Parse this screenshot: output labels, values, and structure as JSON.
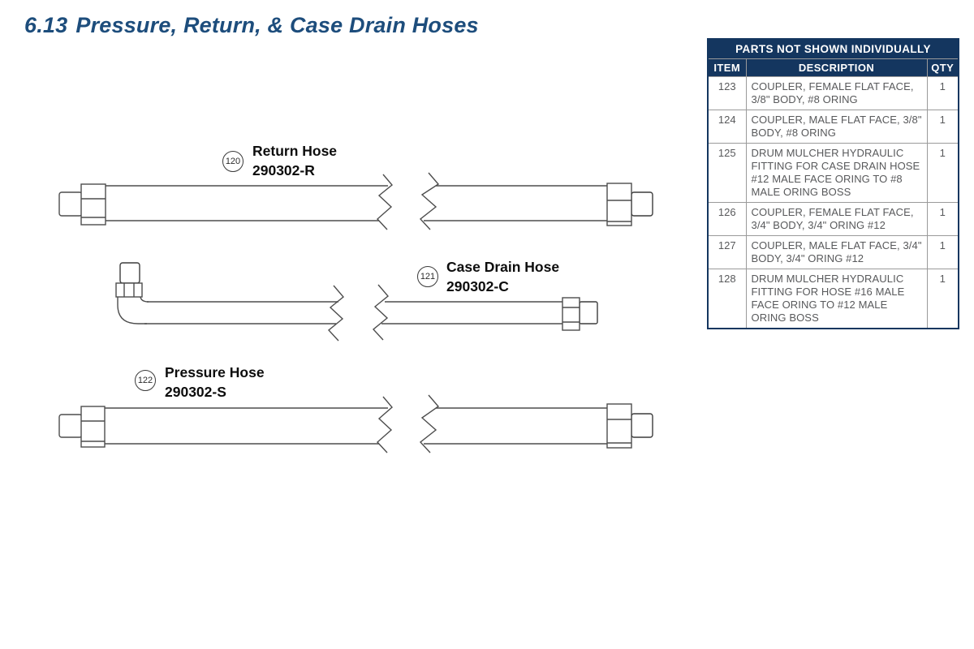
{
  "page": {
    "title_section": "6.13",
    "title_text": "Pressure, Return, & Case Drain Hoses",
    "title_color": "#1d4d7c"
  },
  "diagram": {
    "hoses": [
      {
        "callout": "120",
        "name": "Return Hose",
        "part_number": "290302-R"
      },
      {
        "callout": "121",
        "name": "Case Drain Hose",
        "part_number": "290302-C"
      },
      {
        "callout": "122",
        "name": "Pressure Hose",
        "part_number": "290302-S"
      }
    ]
  },
  "parts_table": {
    "title": "PARTS NOT SHOWN INDIVIDUALLY",
    "columns": [
      "ITEM",
      "DESCRIPTION",
      "QTY"
    ],
    "header_bg": "#14365f",
    "rows": [
      {
        "item": "123",
        "description": "COUPLER, FEMALE FLAT FACE, 3/8\" BODY, #8 ORING",
        "qty": "1"
      },
      {
        "item": "124",
        "description": "COUPLER, MALE FLAT FACE, 3/8\" BODY, #8 ORING",
        "qty": "1"
      },
      {
        "item": "125",
        "description": "DRUM MULCHER HYDRAULIC FITTING FOR CASE DRAIN HOSE #12 MALE FACE ORING TO #8 MALE ORING BOSS",
        "qty": "1"
      },
      {
        "item": "126",
        "description": "COUPLER, FEMALE FLAT FACE, 3/4\" BODY, 3/4\" ORING #12",
        "qty": "1"
      },
      {
        "item": "127",
        "description": "COUPLER, MALE FLAT FACE, 3/4\" BODY, 3/4\" ORING #12",
        "qty": "1"
      },
      {
        "item": "128",
        "description": "DRUM MULCHER HYDRAULIC FITTING FOR HOSE #16 MALE FACE ORING TO #12 MALE ORING BOSS",
        "qty": "1"
      }
    ]
  }
}
